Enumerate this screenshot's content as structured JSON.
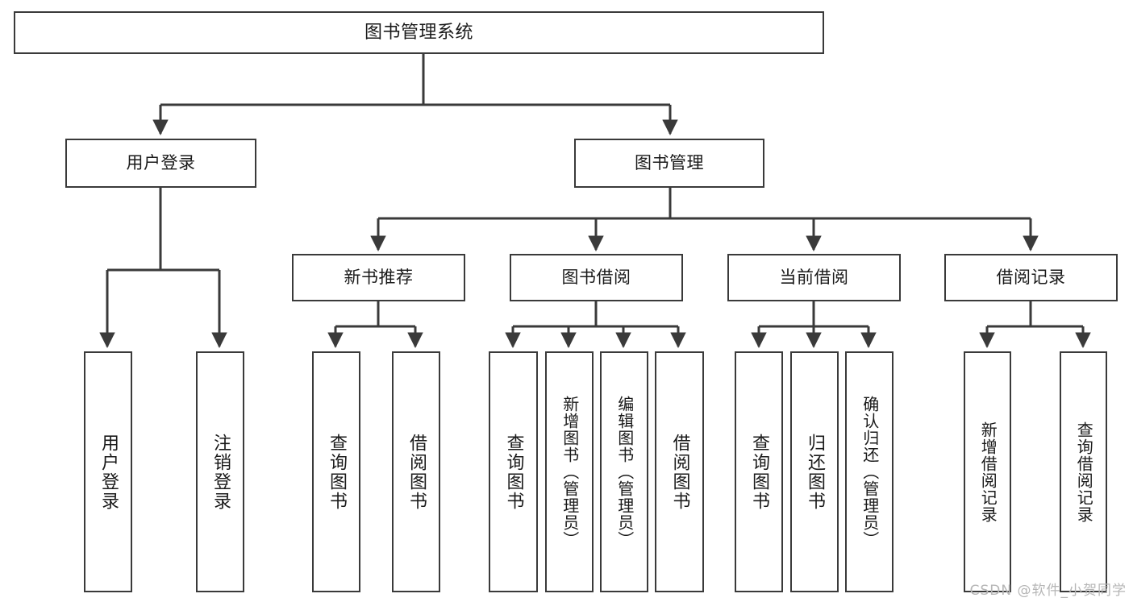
{
  "diagram": {
    "title": "图书管理系统",
    "type": "tree-hierarchy",
    "orientation": "top-down",
    "root": {
      "id": "root",
      "label": "图书管理系统"
    },
    "level2": [
      {
        "id": "user-login",
        "label": "用户登录"
      },
      {
        "id": "book-manage",
        "label": "图书管理"
      }
    ],
    "level3": [
      {
        "id": "new-book-rec",
        "label": "新书推荐",
        "parent": "book-manage"
      },
      {
        "id": "book-borrow",
        "label": "图书借阅",
        "parent": "book-manage"
      },
      {
        "id": "current-borrow",
        "label": "当前借阅",
        "parent": "book-manage"
      },
      {
        "id": "borrow-record",
        "label": "借阅记录",
        "parent": "book-manage"
      }
    ],
    "leaves": [
      {
        "id": "leaf-user-login",
        "label": "用户登录",
        "parent": "user-login"
      },
      {
        "id": "leaf-logout",
        "label": "注销登录",
        "parent": "user-login"
      },
      {
        "id": "leaf-query-book-1",
        "label": "查询图书",
        "parent": "new-book-rec"
      },
      {
        "id": "leaf-borrow-book-1",
        "label": "借阅图书",
        "parent": "new-book-rec"
      },
      {
        "id": "leaf-query-book-2",
        "label": "查询图书",
        "parent": "book-borrow"
      },
      {
        "id": "leaf-add-book",
        "label": "新增图书（管理员）",
        "parent": "book-borrow"
      },
      {
        "id": "leaf-edit-book",
        "label": "编辑图书（管理员）",
        "parent": "book-borrow"
      },
      {
        "id": "leaf-borrow-book-2",
        "label": "借阅图书",
        "parent": "book-borrow"
      },
      {
        "id": "leaf-query-book-3",
        "label": "查询图书",
        "parent": "current-borrow"
      },
      {
        "id": "leaf-return-book",
        "label": "归还图书",
        "parent": "current-borrow"
      },
      {
        "id": "leaf-confirm-return",
        "label": "确认归还（管理员）",
        "parent": "current-borrow"
      },
      {
        "id": "leaf-add-record",
        "label": "新增借阅记录",
        "parent": "borrow-record"
      },
      {
        "id": "leaf-query-record",
        "label": "查询借阅记录",
        "parent": "borrow-record"
      }
    ]
  },
  "watermark": {
    "text": "CSDN @软件_小贺同学"
  },
  "colors": {
    "background": "#ffffff",
    "box_border": "#3a3a3a",
    "box_fill": "#ffffff",
    "text": "#1a1a1a",
    "connector": "#3a3a3a",
    "watermark": "#b6b6b6"
  }
}
